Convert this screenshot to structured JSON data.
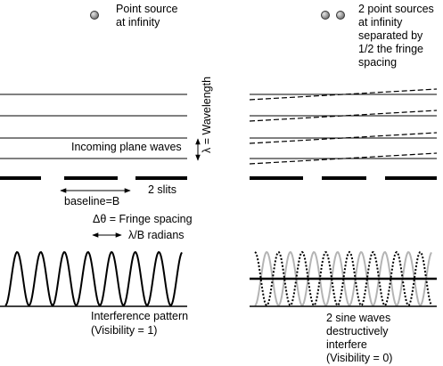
{
  "labels": {
    "point_source": [
      "Point source",
      "at infinity"
    ],
    "two_sources": [
      "2 point sources",
      "at infinity",
      "separated by",
      "1/2 the fringe",
      "spacing"
    ],
    "wavelength": "λ = Wavelength",
    "plane_waves": "Incoming plane waves",
    "two_slits": "2 slits",
    "baseline": "baseline=B",
    "fringe_spacing": "Δθ = Fringe spacing",
    "lambda_over_b": "λ/B radians",
    "interference": [
      "Interference pattern",
      "(Visibility = 1)"
    ],
    "destructive": [
      "2 sine waves",
      "destructively",
      "interfere",
      "(Visibility = 0)"
    ]
  },
  "colors": {
    "ink": "#000000",
    "source_fill": "#8c8c8c",
    "ghost_wave": "#b4b4b4"
  }
}
